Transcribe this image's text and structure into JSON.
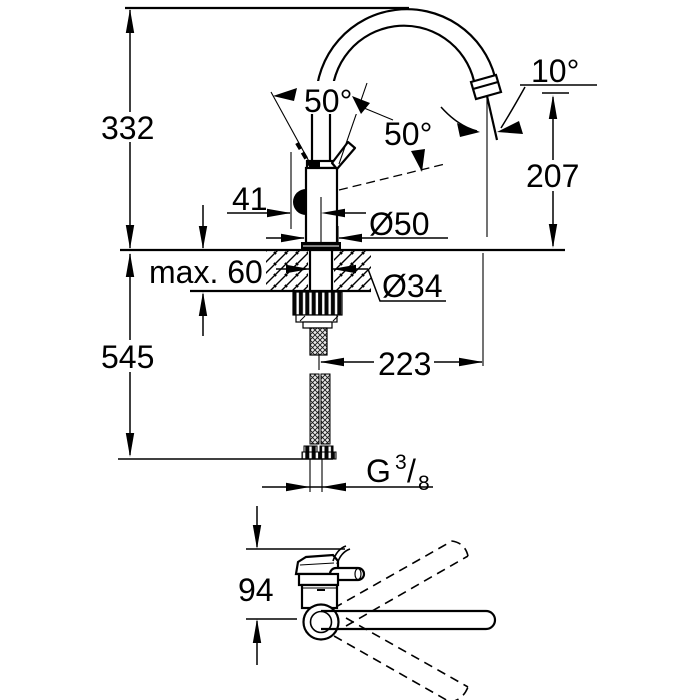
{
  "document": {
    "kind": "technical dimension drawing",
    "subject": "single-lever kitchen sink mixer with C-spout, front view and top view"
  },
  "colors": {
    "ink": "#000000",
    "paper": "#ffffff"
  },
  "labels": {
    "height_above_deck": "332",
    "height_below_deck": "545",
    "handle_swing_angle": "50°",
    "spout_swivel_angle": "50°",
    "outlet_angle": "10°",
    "outlet_height": "207",
    "handle_offset": "41",
    "escutcheon_diameter": "Ø50",
    "deck_max_thickness": "max. 60",
    "shank_diameter": "Ø34",
    "spout_reach": "223",
    "plan_handle_to_spout": "94",
    "thread": {
      "prefix": "G",
      "numerator": "3",
      "slash": "/",
      "denominator": "8"
    }
  }
}
